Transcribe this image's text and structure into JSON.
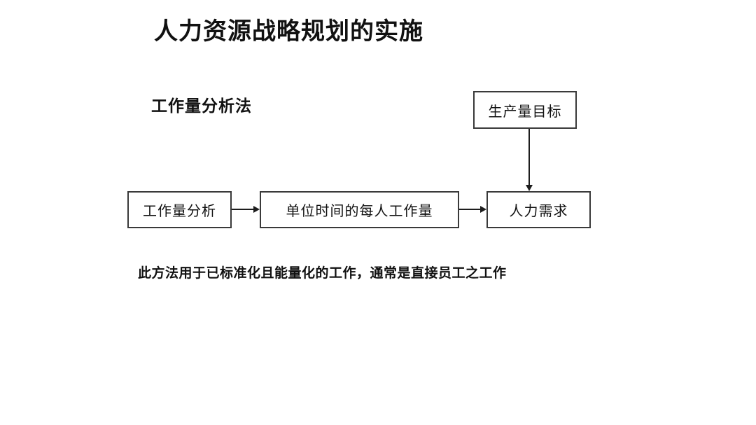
{
  "slide": {
    "title": "人力资源战略规划的实施",
    "section_title": "工作量分析法",
    "footnote": "此方法用于已标准化且能量化的工作，通常是直接员工之工作",
    "background_color": "#ffffff",
    "text_color": "#111111"
  },
  "diagram": {
    "type": "flowchart",
    "border_color": "#3a3a3a",
    "connector_color": "#1d1d1d",
    "nodes": [
      {
        "id": "production-target",
        "label": "生产量目标"
      },
      {
        "id": "workload-analysis",
        "label": "工作量分析"
      },
      {
        "id": "workload-per-person",
        "label": "单位时间的每人工作量"
      },
      {
        "id": "hr-demand",
        "label": "人力需求"
      }
    ],
    "edges": [
      {
        "from": "workload-analysis",
        "to": "workload-per-person",
        "direction": "right"
      },
      {
        "from": "workload-per-person",
        "to": "hr-demand",
        "direction": "right"
      },
      {
        "from": "production-target",
        "to": "hr-demand",
        "direction": "down"
      }
    ]
  }
}
